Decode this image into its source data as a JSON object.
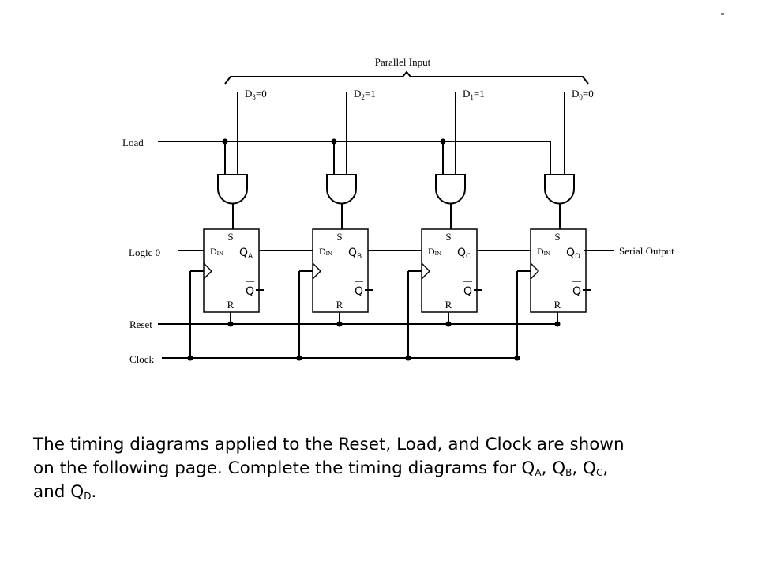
{
  "diagram": {
    "parallel_input_label": "Parallel Input",
    "load_label": "Load",
    "logic0_label": "Logic 0",
    "reset_label": "Reset",
    "clock_label": "Clock",
    "serial_output_label": "Serial Output",
    "inputs": [
      {
        "sub": "3",
        "value": "0"
      },
      {
        "sub": "2",
        "value": "1"
      },
      {
        "sub": "1",
        "value": "1"
      },
      {
        "sub": "0",
        "value": "0"
      }
    ],
    "flipflops": [
      {
        "q_sub": "A"
      },
      {
        "q_sub": "B"
      },
      {
        "q_sub": "C"
      },
      {
        "q_sub": "D"
      }
    ],
    "ff_labels": {
      "set": "S",
      "reset": "R",
      "d": "D",
      "d_sub": "IN",
      "q": "Q",
      "qbar": "Q"
    }
  },
  "caption": {
    "line1": "The timing diagrams applied to the Reset, Load, and Clock are shown",
    "line2_pre": "on the following page. Complete the timing diagrams for Q",
    "sub_a": "A",
    "sep1": ", Q",
    "sub_b": "B",
    "sep2": ", Q",
    "sub_c": "C",
    "sep3": ",",
    "line3_pre": "and Q",
    "sub_d": "D",
    "line3_post": "."
  }
}
